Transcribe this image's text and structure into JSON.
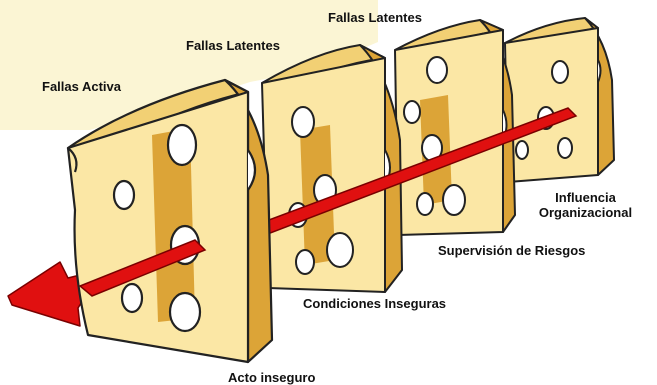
{
  "labels": {
    "fallas_activa": "Fallas Activa",
    "fallas_latentes_1": "Fallas Latentes",
    "fallas_latentes_2": "Fallas Latentes",
    "influencia_line1": "Influencia",
    "influencia_line2": "Organizacional",
    "supervision": "Supervisión de Riesgos",
    "condiciones": "Condiciones Inseguras",
    "acto": "Acto inseguro"
  },
  "colors": {
    "background_panel": "#fbf5d4",
    "cheese_face": "#fbe7a5",
    "cheese_side": "#dca437",
    "cheese_top": "#f2d074",
    "arrow": "#e01010",
    "outline": "#222222"
  },
  "icons": {
    "slices": "swiss-cheese-slice-icon",
    "arrow": "trajectory-arrow-icon"
  }
}
